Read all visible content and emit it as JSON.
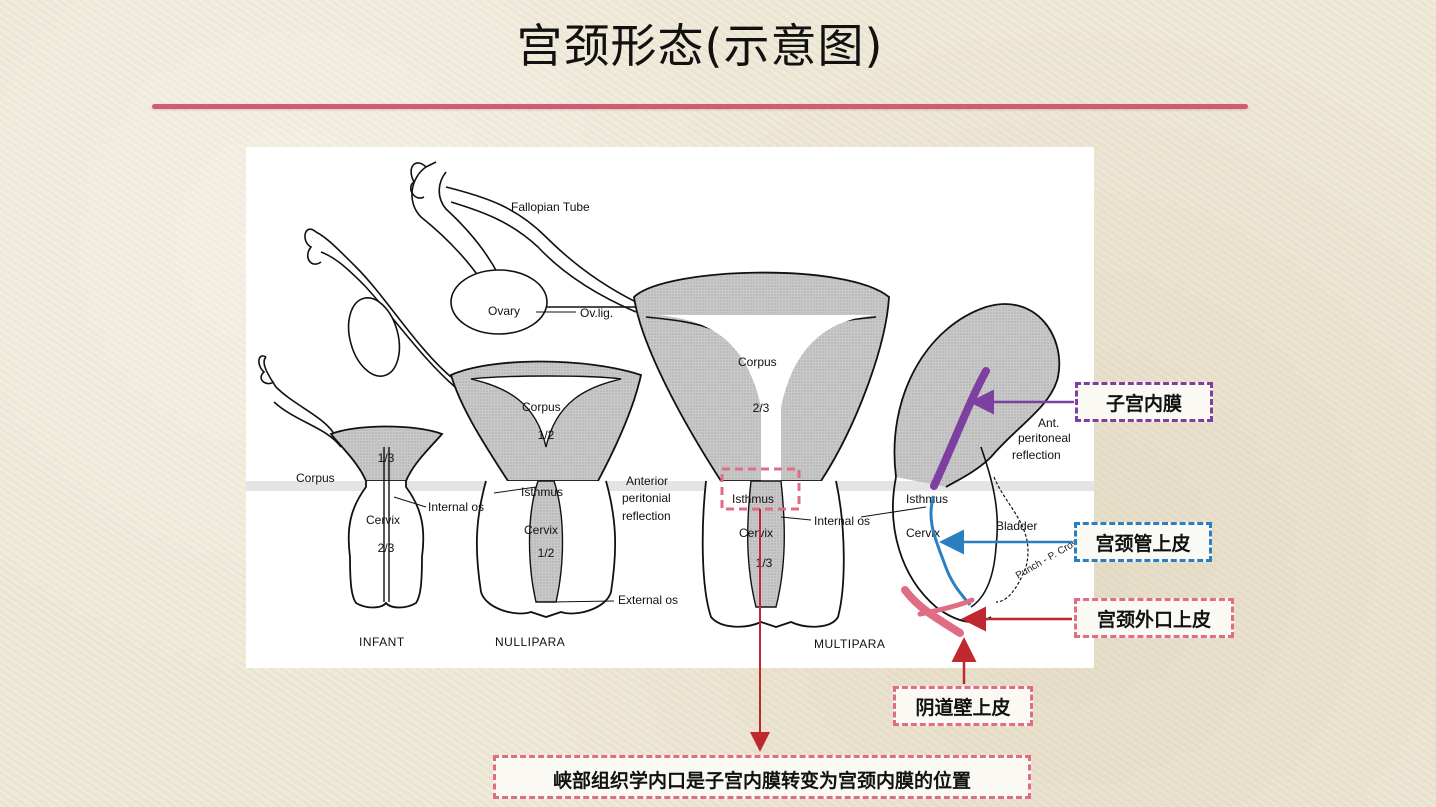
{
  "slide": {
    "title": "宫颈形态(示意图)"
  },
  "figure": {
    "labels": {
      "fallopian_tube": "Fallopian Tube",
      "ovary": "Ovary",
      "ov_lig": "Ov.lig.",
      "corpus_infant": "Corpus",
      "corpus_nulli": "Corpus",
      "corpus_multi": "Corpus",
      "cervix_infant": "Cervix",
      "cervix_nulli": "Cervix",
      "cervix_multi": "Cervix",
      "cervix_side": "Cervix",
      "isthmus_nulli": "Isthmus",
      "isthmus_multi": "Isthmus",
      "isthmus_side": "Isthmus",
      "internal_os_1": "Internal os",
      "internal_os_2": "Internal os",
      "external_os": "External os",
      "anterior": "Anterior",
      "peritonial": "peritonial",
      "reflection": "reflection",
      "ant": "Ant.",
      "peritoneal": "peritoneal",
      "reflection2": "reflection",
      "bladder": "Bladder",
      "signature": "Punch - P. Crosby"
    },
    "fractions": {
      "infant_top": "1/3",
      "infant_bottom": "2/3",
      "nulli_top": "1/2",
      "nulli_bottom": "1/2",
      "multi_top": "2/3",
      "multi_bottom": "1/3"
    },
    "captions": {
      "infant": "INFANT",
      "nullipara": "NULLIPARA",
      "multipara": "MULTIPARA"
    }
  },
  "callouts": {
    "endometrium": "子宫内膜",
    "cervical_canal": "宫颈管上皮",
    "external_os_epi": "宫颈外口上皮",
    "vaginal_wall": "阴道壁上皮",
    "bottom_note": "峡部组织学内口是子宫内膜转变为宫颈内膜的位置"
  },
  "colors": {
    "title_rule": "#d35a73",
    "endometrium": "#7d3fa0",
    "cervical_canal": "#2c7fbf",
    "exocervix": "#e06c86",
    "arrow_red": "#c0282f"
  }
}
